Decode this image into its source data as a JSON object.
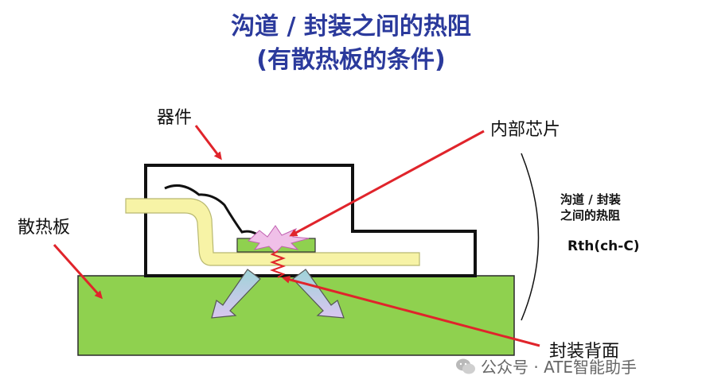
{
  "title": {
    "line1": "沟道 / 封装之间的热阻",
    "line2": "(有散热板的条件)"
  },
  "labels": {
    "device": "器件",
    "heatsink": "散热板",
    "chip": "内部芯片",
    "package_back": "封装背面",
    "resistance_line1": "沟道 / 封装",
    "resistance_line2": "之间的热阻",
    "rth": "Rth(ch-C)"
  },
  "watermark": "公众号 · ATE智能助手",
  "colors": {
    "title": "#2b3a9c",
    "heatsink": "#8fd14f",
    "leadframe": "#f7f3a6",
    "arrow_red": "#e0242b",
    "heat_arrow": "#a9d4dc"
  }
}
